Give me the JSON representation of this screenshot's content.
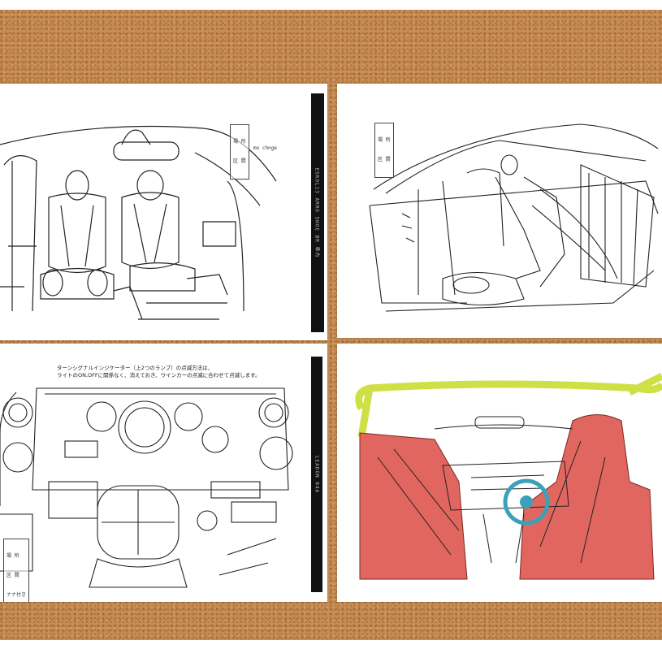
{
  "scene": {
    "background": "cork-board",
    "colors": {
      "cork": "#c98e55",
      "paper": "#ffffff",
      "ink": "#1a1a1a",
      "seat_red": "#e0665f",
      "cage_yellow": "#cfe046",
      "wheel_teal": "#3aa1b9"
    }
  },
  "sheets": [
    {
      "id": "seats-front",
      "stamp_lines": [
        "場 所",
        "区 間",
        "mo chnge"
      ],
      "side_label": "ESKOL13 ARRO 5HOE BR 車内"
    },
    {
      "id": "cabin-side",
      "stamp_lines": [
        "場 所",
        "区 間"
      ],
      "side_label": ""
    },
    {
      "id": "dashboard",
      "note_lines": [
        "ターンシグナルインジケーター（上2つのランプ）の点滅方法は、",
        "ライトのON,OFFに関係なく、消えておき、ウインカーの点滅に合わせて点滅します。"
      ],
      "stamp_lines": [
        "場 所",
        "区 間",
        "ナナ付き"
      ],
      "side_label": "LEADON 04A"
    },
    {
      "id": "cabin-colored",
      "stamp_lines": [],
      "side_label": ""
    }
  ]
}
